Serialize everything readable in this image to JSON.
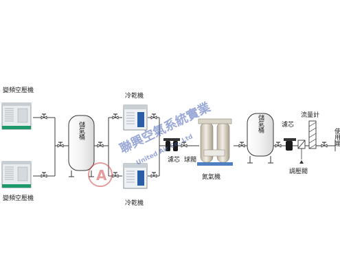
{
  "labels": {
    "compressor_top": "變頻空壓機",
    "compressor_bottom": "變頻空壓機",
    "tank1": "儲氣桶",
    "dryer_top": "冷乾機",
    "dryer_bottom": "冷乾機",
    "filter1": "濾芯",
    "ball_valve": "球閥",
    "nitrogen": "氮氣機",
    "tank2": "儲氣桶",
    "filter2": "濾芯",
    "flowmeter": "流量計",
    "regulator": "調壓閥",
    "end_point": "使用端"
  },
  "watermark": {
    "company": "聯興空氣系統實業",
    "english": "United Air Co.,Ltd"
  },
  "colors": {
    "pipe": "#3a3a3a",
    "watermark_blue": "#4a63b8",
    "watermark_red": "#d04a4a",
    "machine_green": "#1e9a6a"
  }
}
